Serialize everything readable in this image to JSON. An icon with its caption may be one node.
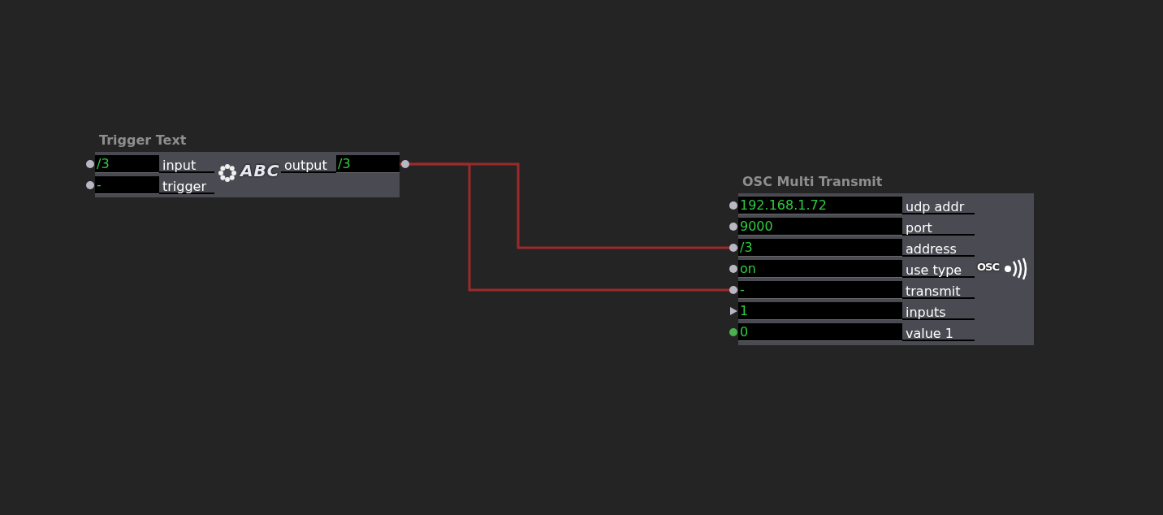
{
  "diagram": {
    "nodes": [
      {
        "text": [
          "Trigger Text"
        ]
      },
      {
        "text": [
          "/3",
          "input"
        ],
        "in": 0
      },
      {
        "text": [
          "-",
          "trigger"
        ],
        "in": 0
      },
      {
        "text": [
          "output",
          "/3"
        ],
        "in": 0
      },
      {
        "text": [
          "OSC Multi Transmit"
        ]
      },
      {
        "text": [
          "192.168.1.72",
          "udp addr"
        ],
        "in": 4
      },
      {
        "text": [
          "9000",
          "port"
        ],
        "in": 4
      },
      {
        "text": [
          "/3",
          "address"
        ],
        "in": 4
      },
      {
        "text": [
          "on",
          "use type"
        ],
        "in": 4
      },
      {
        "text": [
          "-",
          "transmit"
        ],
        "in": 4
      },
      {
        "text": [
          "1",
          "inputs"
        ],
        "in": 4
      },
      {
        "text": [
          "0",
          "value 1"
        ],
        "in": 4
      }
    ],
    "edges": [
      {
        "from": 3,
        "to": 7,
        "arrow": "none"
      },
      {
        "from": 3,
        "to": 9,
        "arrow": "none"
      }
    ],
    "labels": [
      "ABC",
      "OSC"
    ]
  }
}
